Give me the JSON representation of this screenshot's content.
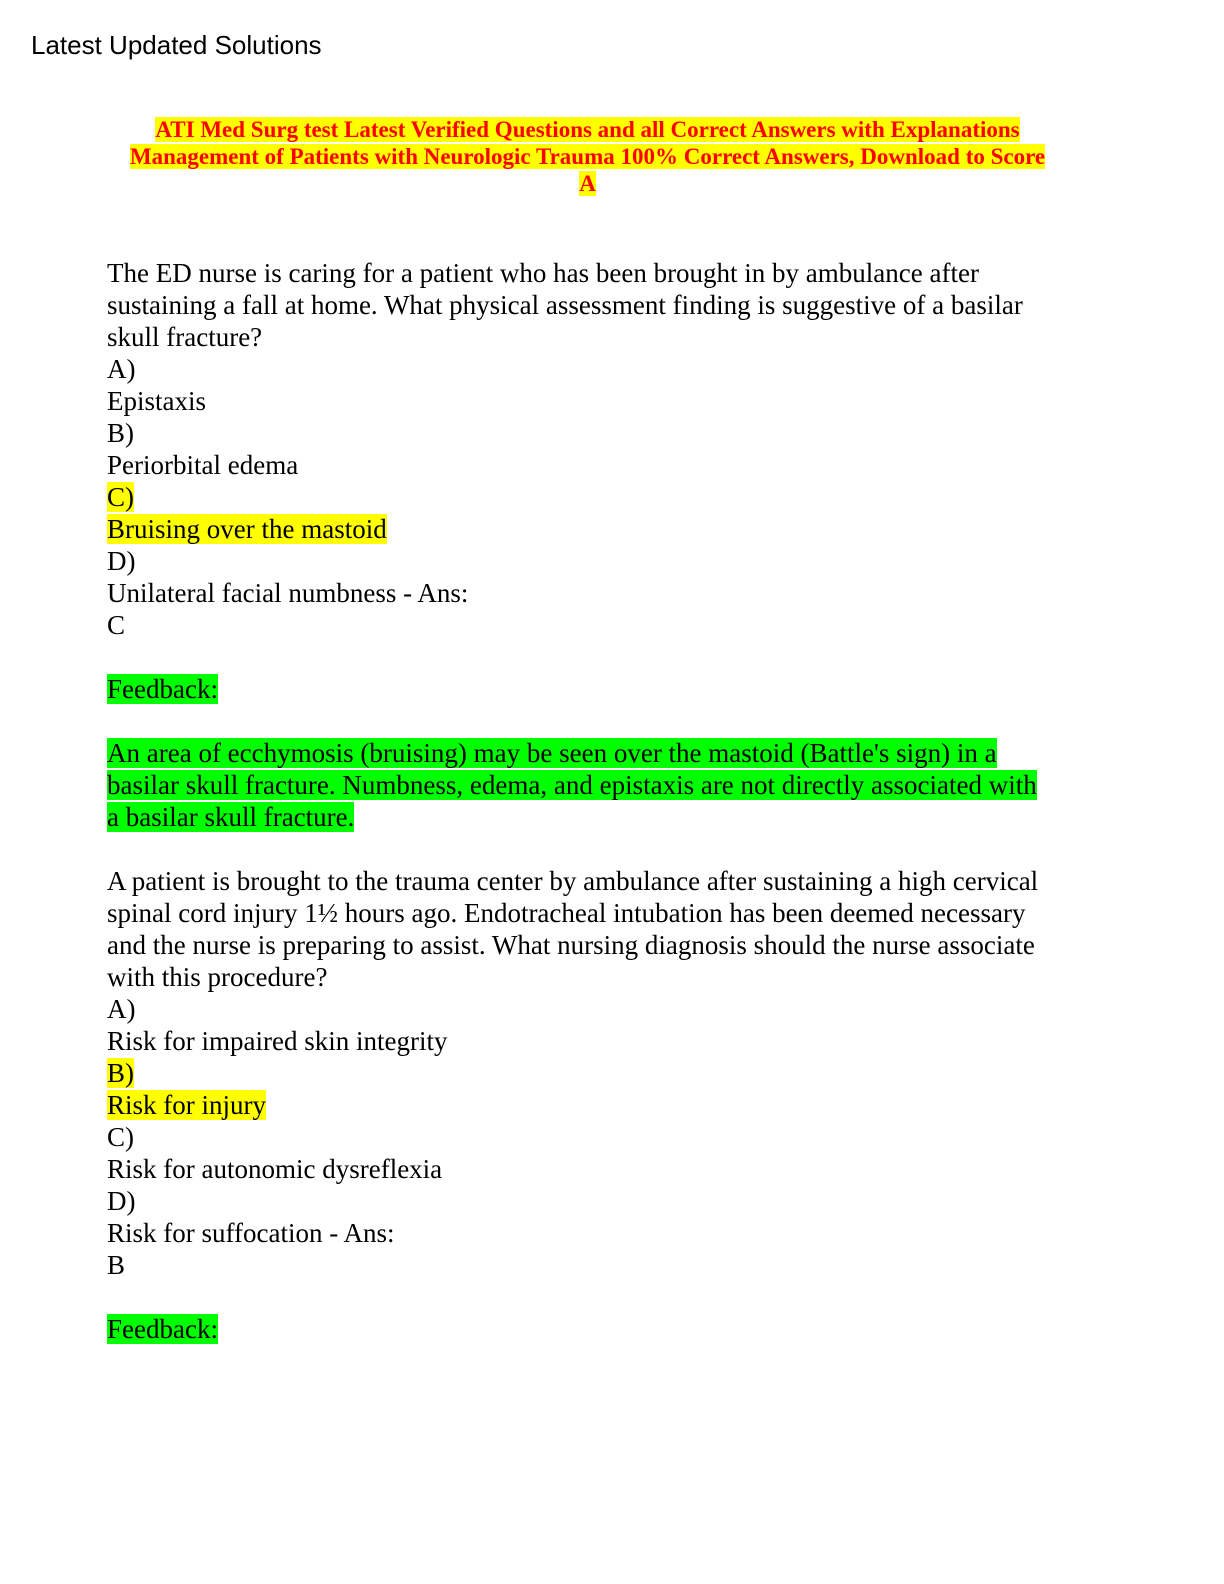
{
  "header": {
    "text": "Latest Updated Solutions"
  },
  "title": {
    "line1": "ATI Med Surg test Latest Verified Questions and all Correct Answers with Explanations",
    "line2": "Management of Patients with Neurologic Trauma 100% Correct Answers, Download to Score",
    "line3": "A"
  },
  "q1": {
    "stem_lines": [
      "The ED nurse is caring for a patient who has been brought in by ambulance after",
      "sustaining a fall at home. What physical assessment finding is suggestive of a basilar",
      "skull fracture?"
    ],
    "options": [
      {
        "letter": "A)",
        "text": "Epistaxis"
      },
      {
        "letter": "B)",
        "text": "Periorbital edema"
      },
      {
        "letter": "C)",
        "text": "Bruising over the mastoid"
      },
      {
        "letter": "D)",
        "text": "Unilateral facial numbness - Ans:"
      }
    ],
    "answer": "C",
    "feedback_label": "Feedback:",
    "feedback_lines": [
      "An area of ecchymosis (bruising) may be seen over the mastoid (Battle's sign) in a",
      "basilar skull fracture. Numbness, edema, and epistaxis are not directly associated with",
      "a basilar skull fracture."
    ]
  },
  "q2": {
    "stem_lines": [
      "A patient is brought to the trauma center by ambulance after sustaining a high cervical",
      "spinal cord injury 1½ hours ago. Endotracheal intubation has been deemed necessary",
      "and the nurse is preparing to assist. What nursing diagnosis should the nurse associate",
      "with this procedure?"
    ],
    "options": [
      {
        "letter": "A)",
        "text": "Risk for impaired skin integrity"
      },
      {
        "letter": "B)",
        "text": "Risk for injury"
      },
      {
        "letter": "C)",
        "text": "Risk for autonomic dysreflexia"
      },
      {
        "letter": "D)",
        "text": "Risk for suffocation - Ans:"
      }
    ],
    "answer": "B",
    "feedback_label": "Feedback:"
  },
  "colors": {
    "title_text": "#ff0000",
    "highlight_yellow": "#ffff00",
    "highlight_green": "#00ff00"
  }
}
